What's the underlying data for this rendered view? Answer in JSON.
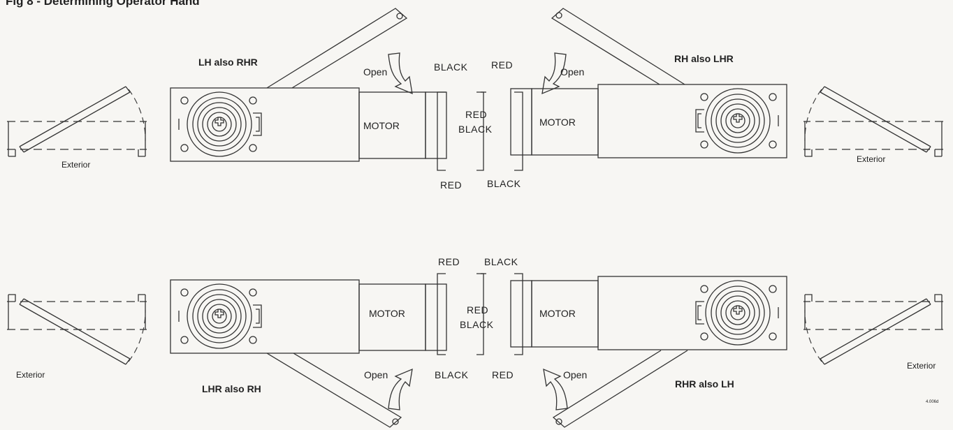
{
  "title": "Fig 8 - Determining Operator Hand",
  "operators": [
    {
      "hand_label": "LH also RHR",
      "open_label": "Open",
      "exterior_label": "Exterior",
      "motor_label": "MOTOR"
    },
    {
      "hand_label": "RH also LHR",
      "open_label": "Open",
      "exterior_label": "Exterior",
      "motor_label": "MOTOR"
    },
    {
      "hand_label": "LHR also RH",
      "open_label": "Open",
      "exterior_label": "Exterior",
      "motor_label": "MOTOR"
    },
    {
      "hand_label": "RHR also LH",
      "open_label": "Open",
      "exterior_label": "Exterior",
      "motor_label": "MOTOR"
    }
  ],
  "wiring": {
    "top": {
      "left_top": "BLACK",
      "right_top": "RED",
      "left_bottom": "RED",
      "right_bottom": "BLACK",
      "center": [
        "RED",
        "BLACK"
      ]
    },
    "bottom": {
      "left_top": "RED",
      "right_top": "BLACK",
      "left_bottom": "BLACK",
      "right_bottom": "RED",
      "center": [
        "RED",
        "BLACK"
      ]
    }
  },
  "reference_code": "4.006d"
}
